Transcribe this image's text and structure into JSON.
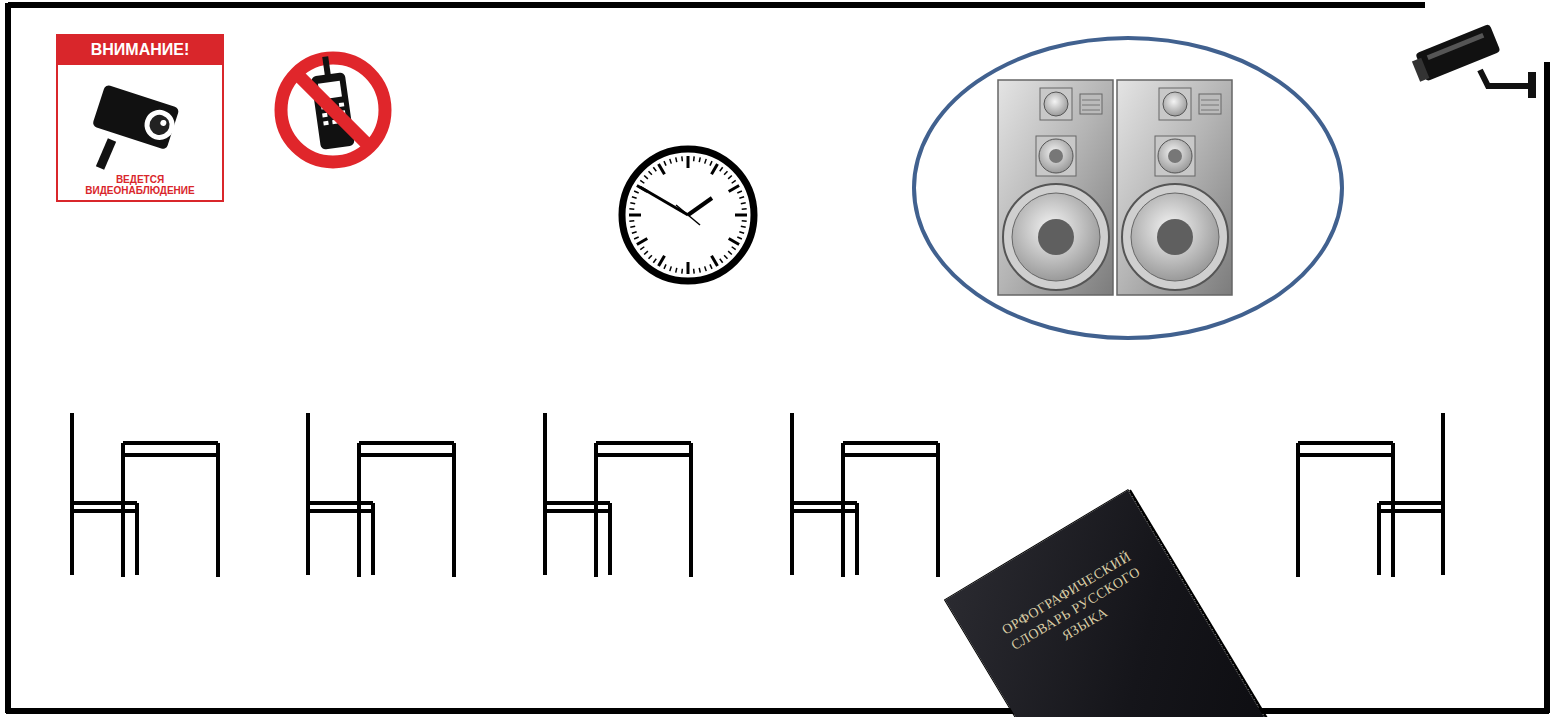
{
  "diagram": {
    "nodes": [
      {
        "text": [
          "ВНИМАНИЕ!",
          "ВЕДЕТСЯ ВИДЕОНАБЛЮДЕНИЕ"
        ]
      },
      {
        "text": [
          "ОРФОГРАФИЧЕСКИЙ СЛОВАРЬ РУССКОГО ЯЗЫКА"
        ]
      }
    ]
  }
}
